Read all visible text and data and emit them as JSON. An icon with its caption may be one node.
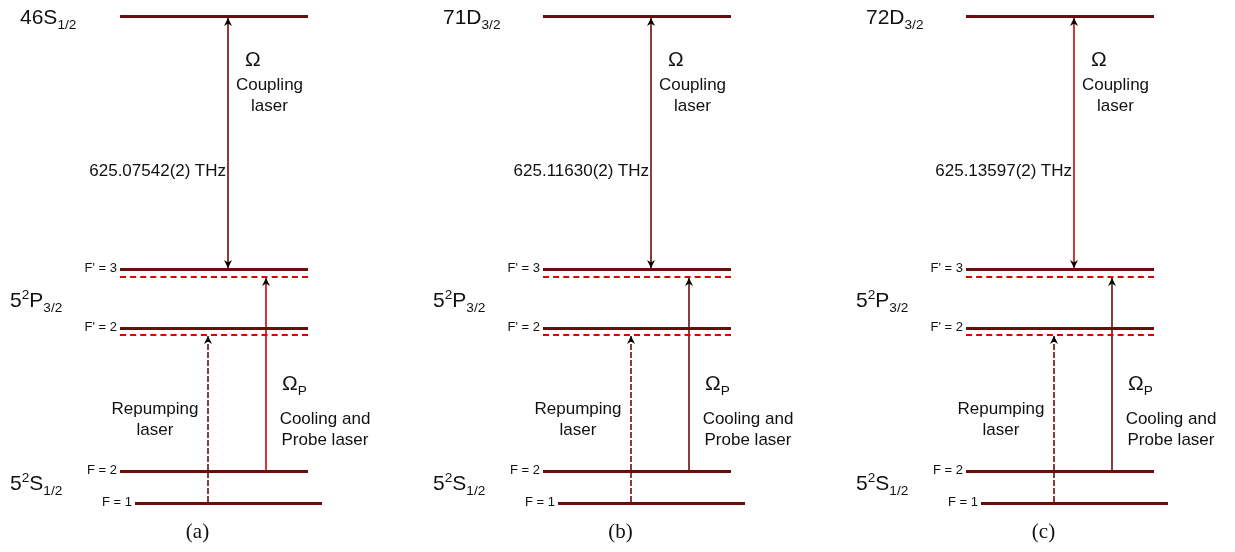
{
  "diagram": {
    "nodes": [
      {
        "text": [],
        "shape": "bar",
        "beside": [
          "46S$_{1/2}$"
        ]
      },
      {
        "text": [],
        "shape": "bar",
        "beside": [
          "F' = 3"
        ]
      },
      {
        "text": [],
        "shape": "bar"
      },
      {
        "text": [],
        "shape": "bar",
        "beside": [
          "F' = 2"
        ]
      },
      {
        "text": [],
        "shape": "bar"
      },
      {
        "text": [],
        "shape": "bar",
        "beside": [
          "F = 2"
        ]
      },
      {
        "text": [],
        "shape": "bar",
        "beside": [
          "F = 1"
        ]
      },
      {
        "text": [],
        "shape": "bar",
        "beside": [
          "71D$_{3/2}$"
        ]
      },
      {
        "text": [],
        "shape": "bar",
        "beside": [
          "F' = 3"
        ]
      },
      {
        "text": [],
        "shape": "bar"
      },
      {
        "text": [],
        "shape": "bar",
        "beside": [
          "F' = 2"
        ]
      },
      {
        "text": [],
        "shape": "bar"
      },
      {
        "text": [],
        "shape": "bar",
        "beside": [
          "F = 2"
        ]
      },
      {
        "text": [],
        "shape": "bar",
        "beside": [
          "F = 1"
        ]
      },
      {
        "text": [],
        "shape": "bar",
        "beside": [
          "72D$_{3/2}$"
        ]
      },
      {
        "text": [],
        "shape": "bar",
        "beside": [
          "F' = 3"
        ]
      },
      {
        "text": [],
        "shape": "bar"
      },
      {
        "text": [],
        "shape": "bar",
        "beside": [
          "F' = 2"
        ]
      },
      {
        "text": [],
        "shape": "bar"
      },
      {
        "text": [],
        "shape": "bar",
        "beside": [
          "F = 2"
        ]
      },
      {
        "text": [],
        "shape": "bar",
        "beside": [
          "F = 1"
        ]
      }
    ],
    "edges": [
      {
        "from": 1,
        "to": 0,
        "arrow": "both"
      },
      {
        "from": 6,
        "to": 4,
        "arrow": "to",
        "style": "dashed"
      },
      {
        "from": 5,
        "to": 2,
        "arrow": "to",
        "color": "#d00000"
      },
      {
        "from": 8,
        "to": 7,
        "arrow": "both"
      },
      {
        "from": 13,
        "to": 11,
        "arrow": "to",
        "style": "dashed"
      },
      {
        "from": 12,
        "to": 9,
        "arrow": "to"
      },
      {
        "from": 15,
        "to": 14,
        "arrow": "both",
        "color": "#d00000"
      },
      {
        "from": 20,
        "to": 18,
        "arrow": "to",
        "style": "dashed"
      },
      {
        "from": 19,
        "to": 16,
        "arrow": "to"
      }
    ],
    "labels": [
      "Ω",
      "Coupling laser",
      "625.07542(2) THz",
      "5$^{2}$P$_{3/2}$",
      "Ω$_{P}$",
      "Repumping laser",
      "Cooling and Probe laser",
      "5$^{2}$S$_{1/2}$",
      "(a)",
      "Ω",
      "Coupling laser",
      "625.11630(2) THz",
      "5$^{2}$P$_{3/2}$",
      "Ω$_{P}$",
      "Repumping laser",
      "Cooling and Probe laser",
      "5$^{2}$S$_{1/2}$",
      "(b)",
      "Ω",
      "Coupling laser",
      "625.13597(2) THz",
      "5$^{2}$P$_{3/2}$",
      "Ω$_{P}$",
      "Repumping laser",
      "Cooling and Probe laser",
      "5$^{2}$S$_{1/2}$",
      "(c)"
    ]
  }
}
